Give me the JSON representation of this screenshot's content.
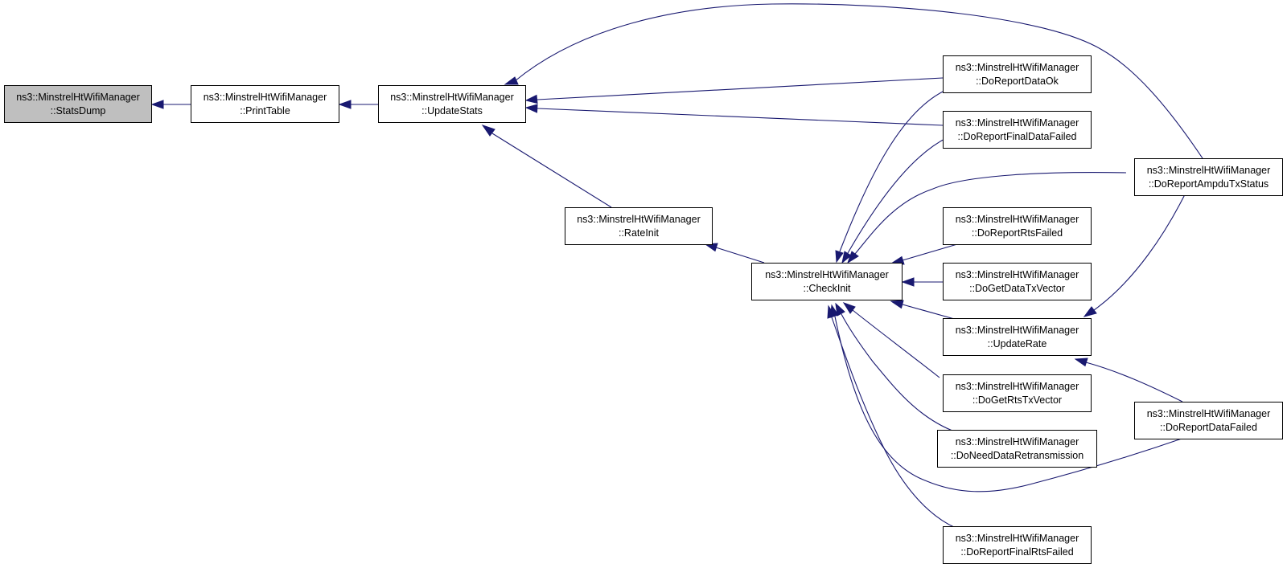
{
  "graph": {
    "stats_dump": {
      "line1": "ns3::MinstrelHtWifiManager",
      "line2": "::StatsDump"
    },
    "print_table": {
      "line1": "ns3::MinstrelHtWifiManager",
      "line2": "::PrintTable"
    },
    "update_stats": {
      "line1": "ns3::MinstrelHtWifiManager",
      "line2": "::UpdateStats"
    },
    "rate_init": {
      "line1": "ns3::MinstrelHtWifiManager",
      "line2": "::RateInit"
    },
    "check_init": {
      "line1": "ns3::MinstrelHtWifiManager",
      "line2": "::CheckInit"
    },
    "do_report_data_ok": {
      "line1": "ns3::MinstrelHtWifiManager",
      "line2": "::DoReportDataOk"
    },
    "do_report_final_data_failed": {
      "line1": "ns3::MinstrelHtWifiManager",
      "line2": "::DoReportFinalDataFailed"
    },
    "do_report_rts_failed": {
      "line1": "ns3::MinstrelHtWifiManager",
      "line2": "::DoReportRtsFailed"
    },
    "do_get_data_tx_vector": {
      "line1": "ns3::MinstrelHtWifiManager",
      "line2": "::DoGetDataTxVector"
    },
    "update_rate": {
      "line1": "ns3::MinstrelHtWifiManager",
      "line2": "::UpdateRate"
    },
    "do_get_rts_tx_vector": {
      "line1": "ns3::MinstrelHtWifiManager",
      "line2": "::DoGetRtsTxVector"
    },
    "do_need_data_retransmission": {
      "line1": "ns3::MinstrelHtWifiManager",
      "line2": "::DoNeedDataRetransmission"
    },
    "do_report_final_rts_failed": {
      "line1": "ns3::MinstrelHtWifiManager",
      "line2": "::DoReportFinalRtsFailed"
    },
    "do_report_ampdu_tx_status": {
      "line1": "ns3::MinstrelHtWifiManager",
      "line2": "::DoReportAmpduTxStatus"
    },
    "do_report_data_failed": {
      "line1": "ns3::MinstrelHtWifiManager",
      "line2": "::DoReportDataFailed"
    }
  },
  "colors": {
    "edge": "#191970",
    "root_fill": "#bfbfbf",
    "node_fill": "#ffffff",
    "border": "#000000"
  }
}
